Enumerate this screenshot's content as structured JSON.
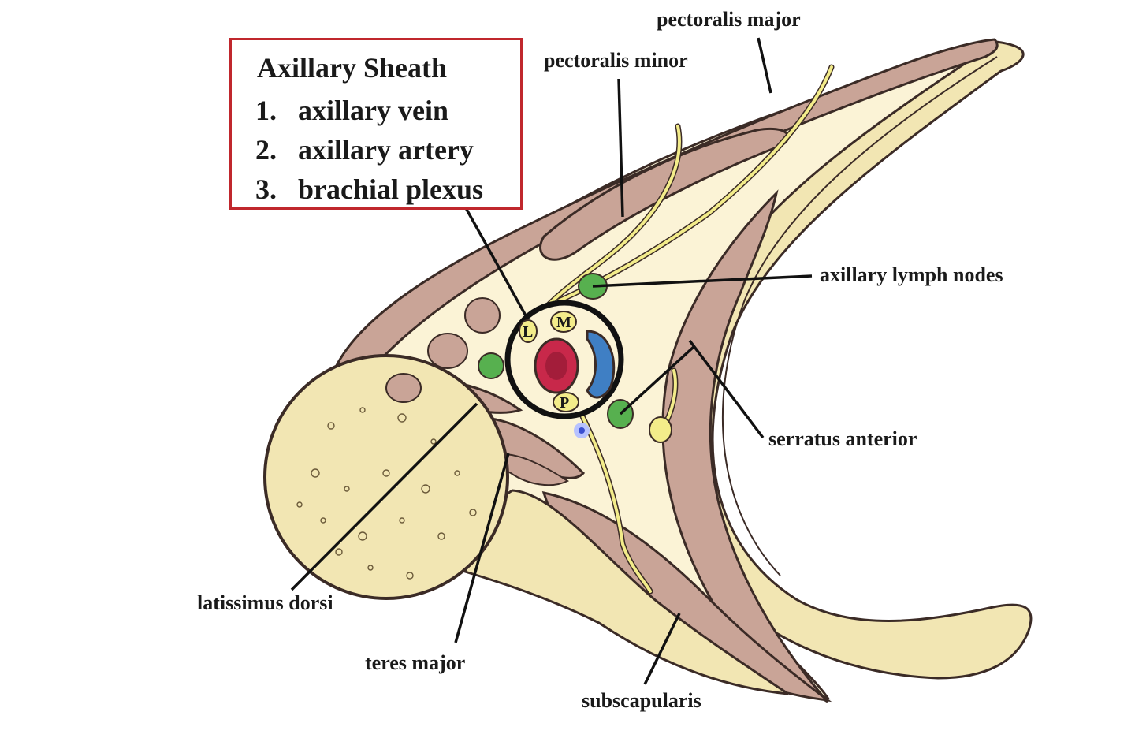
{
  "legend": {
    "title": "Axillary Sheath",
    "items": [
      {
        "num": "1.",
        "text": "axillary vein"
      },
      {
        "num": "2.",
        "text": "axillary artery"
      },
      {
        "num": "3.",
        "text": "brachial plexus"
      }
    ]
  },
  "labels": {
    "pectoralis_major": "pectoralis major",
    "pectoralis_minor": "pectoralis minor",
    "axillary_lymph_nodes": "axillary lymph nodes",
    "serratus_anterior": "serratus anterior",
    "latissimus_dorsi": "latissimus dorsi",
    "teres_major": "teres major",
    "subscapularis": "subscapularis"
  },
  "cord_marks": {
    "lateral": "L",
    "medial": "M",
    "posterior": "P"
  },
  "colors": {
    "muscle": "#c9a497",
    "muscle_outline": "#3b2b26",
    "fascia": "#fbf3d6",
    "bone": "#f2e6b3",
    "nerve": "#f3ec8a",
    "lymph_node": "#57b04f",
    "artery": "#c8284a",
    "vein": "#3f7fc4",
    "legend_border": "#c0272d"
  }
}
